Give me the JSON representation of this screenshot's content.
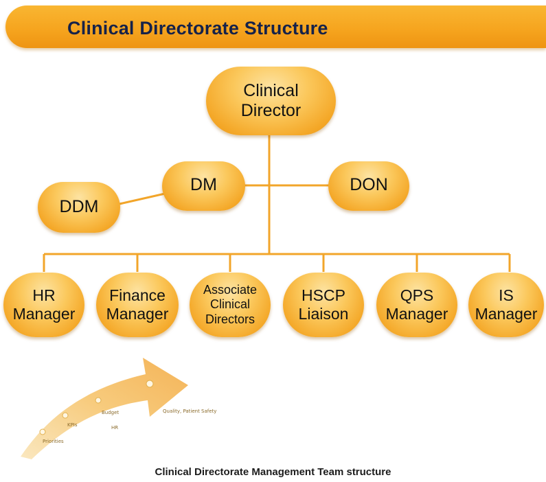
{
  "header": {
    "title": "Clinical Directorate Structure"
  },
  "colors": {
    "banner": "#f6a51f",
    "node": "#f4a727",
    "connector": "#f2a52a",
    "title_text": "#15224a"
  },
  "org_chart": {
    "top": {
      "label": "Clinical\nDirector"
    },
    "second_tier": [
      {
        "key": "dm",
        "label": "DM"
      },
      {
        "key": "don",
        "label": "DON"
      },
      {
        "key": "ddm",
        "label": "DDM"
      }
    ],
    "managers": [
      {
        "key": "hr",
        "label": "HR\nManager"
      },
      {
        "key": "finance",
        "label": "Finance\nManager"
      },
      {
        "key": "acd",
        "label": "Associate\nClinical\nDirectors"
      },
      {
        "key": "hscp",
        "label": "HSCP\nLiaison"
      },
      {
        "key": "qps",
        "label": "QPS\nManager"
      },
      {
        "key": "is",
        "label": "IS\nManager"
      }
    ]
  },
  "arrow_graphic": {
    "labels": [
      "Priorities",
      "KPIs",
      "Budget",
      "HR",
      "Quality, Patient\nSafety"
    ]
  },
  "caption": "Clinical Directorate Management Team structure"
}
